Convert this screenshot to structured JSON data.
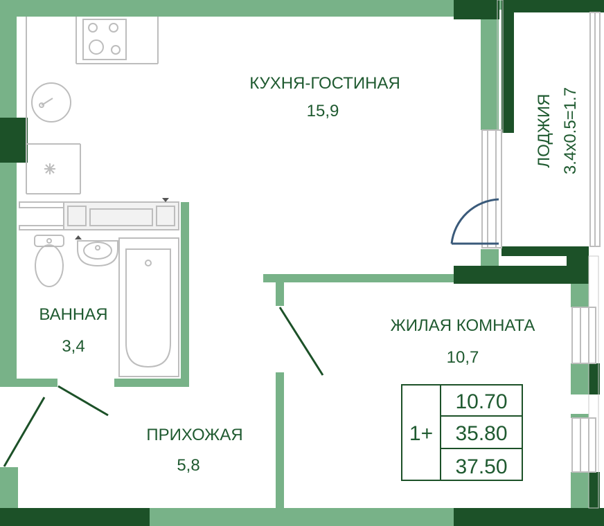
{
  "colors": {
    "wall_light": "#78b288",
    "wall_dark": "#1c5128",
    "text": "#1f5a30",
    "fixture": "#bdbdbd",
    "door_arc": "#3a5a7a"
  },
  "rooms": {
    "kitchen": {
      "name": "КУХНЯ-ГОСТИНАЯ",
      "area": "15,9"
    },
    "loggia": {
      "name": "ЛОДЖИЯ",
      "area": "3.4x0.5=1.7"
    },
    "bathroom": {
      "name": "ВАННАЯ",
      "area": "3,4"
    },
    "living": {
      "name": "ЖИЛАЯ КОМНАТА",
      "area": "10,7"
    },
    "hallway": {
      "name": "ПРИХОЖАЯ",
      "area": "5,8"
    }
  },
  "summary": {
    "type": "1+",
    "values": [
      "10.70",
      "35.80",
      "37.50"
    ]
  },
  "icons": {
    "stove": "stove-icon",
    "washer": "washing-machine-icon",
    "fridge": "snowflake-icon",
    "toilet": "toilet-icon",
    "sink": "sink-icon",
    "bathtub": "bathtub-icon"
  }
}
